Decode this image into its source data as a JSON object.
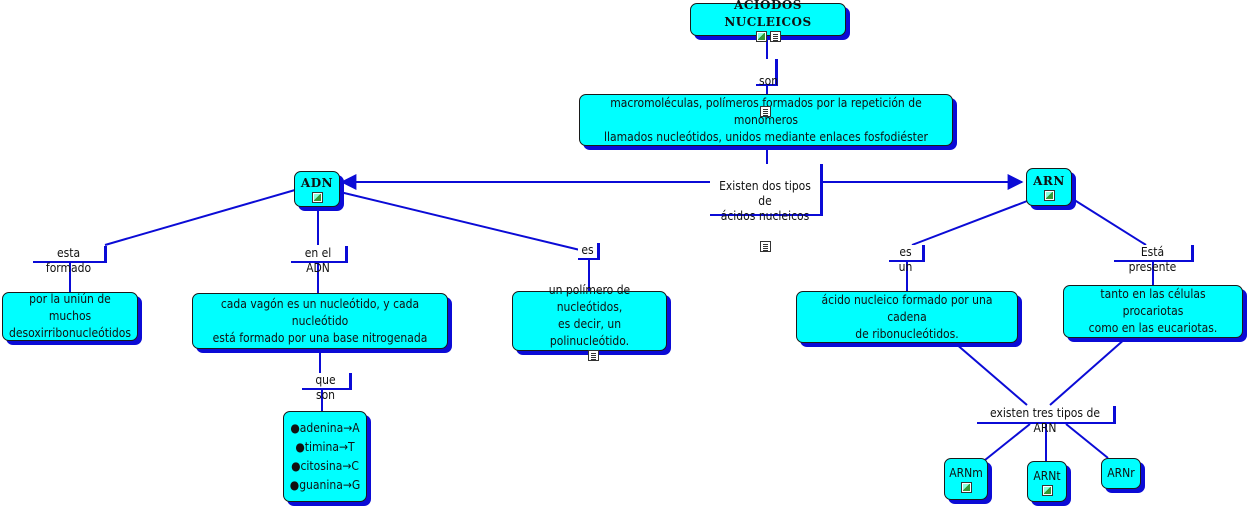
{
  "nodes": {
    "root": {
      "text": "ACIODOS NUCLEICOS"
    },
    "macro": {
      "text": "macromoléculas, polímeros formados por la repetición de monómeros\nllamados nucleótidos, unidos mediante enlaces fosfodiéster"
    },
    "adn": {
      "text": "ADN"
    },
    "arn": {
      "text": "ARN"
    },
    "desoxi": {
      "text": "por la uniún de muchos\ndesoxirribonucleótidos"
    },
    "vagon": {
      "text": "cada vagón es un nucleótido, y cada nucleótido\nestá formado por  una base nitrogenada"
    },
    "polimero": {
      "text": "un polímero de nucleótidos,\nes decir, un polinucleótido."
    },
    "bases": {
      "items": [
        "●adenina→A",
        "●timina→T",
        "●citosina→C",
        "●guanina→G"
      ]
    },
    "ribo": {
      "text": "ácido nucleico formado por una cadena\nde ribonucleótidos."
    },
    "celulas": {
      "text": "tanto en las células procariotas\ncomo en las eucariotas."
    },
    "arnm": {
      "text": "ARNm"
    },
    "arnt": {
      "text": "ARNt"
    },
    "arnr": {
      "text": "ARNr"
    }
  },
  "links": {
    "son": "son",
    "existen": "Existen dos tipos de\nácidos nucleicos",
    "esta_formado": "esta formado",
    "en_el_adn": "en el ADN",
    "es": "es",
    "que_son": "que son",
    "es_un": "es un",
    "esta_presente": "Está presente",
    "existen_tres": "existen tres tipos de ARN"
  },
  "icons": [
    "image-icon",
    "document-icon"
  ],
  "colors": {
    "node_fill": "#00ffff",
    "shadow": "#0b0bd6",
    "line": "#0b0bd6"
  }
}
